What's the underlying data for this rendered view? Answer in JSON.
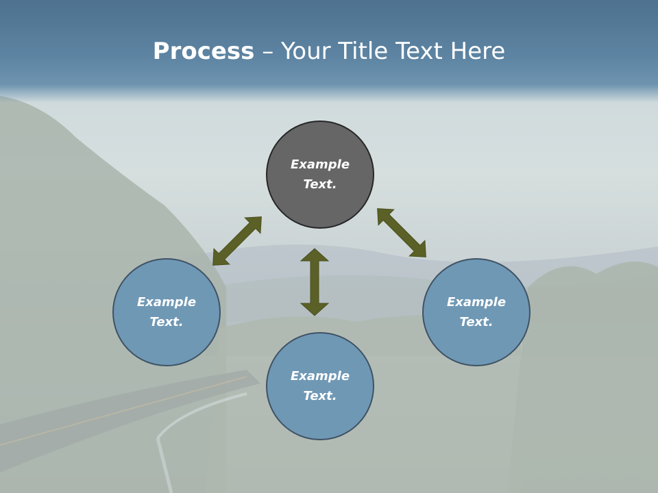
{
  "slide": {
    "title_bold": "Process",
    "title_sep": " – ",
    "title_rest": "Your Title Text Here"
  },
  "nodes": [
    {
      "id": "top",
      "line1": "Example",
      "line2": "Text."
    },
    {
      "id": "left",
      "line1": "Example",
      "line2": "Text."
    },
    {
      "id": "bottom",
      "line1": "Example",
      "line2": "Text."
    },
    {
      "id": "right",
      "line1": "Example",
      "line2": "Text."
    }
  ],
  "colors": {
    "header": "#5d84a2",
    "top_node": "#666666",
    "blue_node": "#6f98b5",
    "node_border": "#3f5264",
    "arrow": "#5b6026"
  }
}
